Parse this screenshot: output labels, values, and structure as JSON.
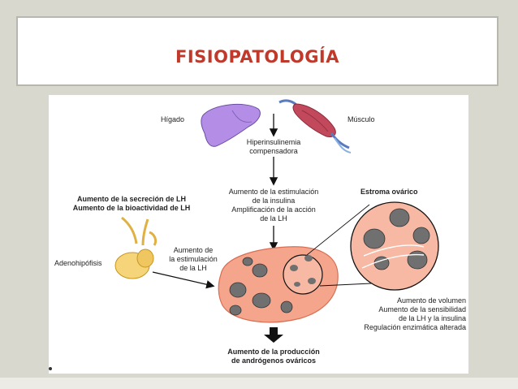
{
  "slide": {
    "title": "FISIOPATOLOGÍA",
    "title_color": "#c0392b"
  },
  "diagram": {
    "liver_label": "Hígado",
    "muscle_label": "Músculo",
    "hyperinsulinemia": [
      "Hiperinsulinemia",
      "compensadora"
    ],
    "insulin_action": [
      "Aumento de la estimulación",
      "de la insulina",
      "Amplificación de la acción",
      "de la LH"
    ],
    "lh_secretion": [
      "Aumento de la secreción de LH",
      "Aumento de la bioactividad de LH"
    ],
    "stroma": "Estroma ovárico",
    "pituitary": "Adenohipófisis",
    "lh_stimulation": [
      "Aumento de",
      "la estimulación",
      "de la LH"
    ],
    "ovary_changes": [
      "Aumento de volumen",
      "Aumento de la sensibilidad",
      "de la LH y la insulina",
      "Regulación enzimática alterada"
    ],
    "androgens": [
      "Aumento de la producción",
      "de andrógenos ováricos"
    ]
  }
}
